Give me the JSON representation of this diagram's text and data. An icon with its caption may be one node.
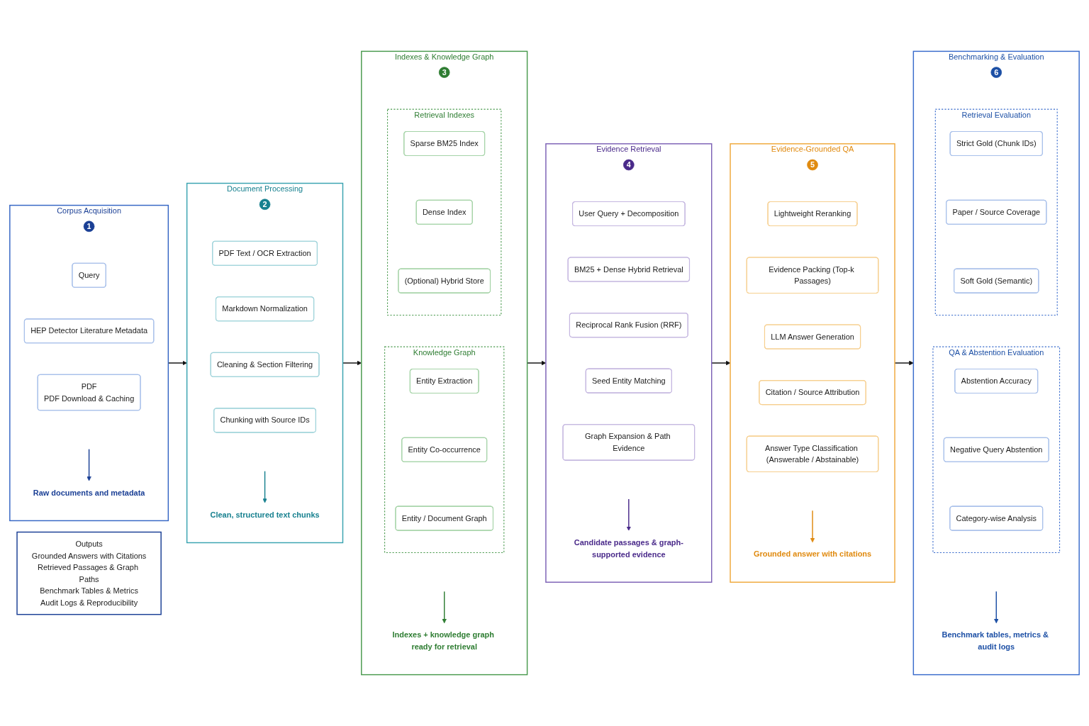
{
  "diagram": {
    "nodes": [
      {
        "text": [
          "Corpus Acquisition"
        ]
      },
      {
        "text": [
          "1"
        ],
        "in": 0
      },
      {
        "text": [
          "Query"
        ],
        "in": 0
      },
      {
        "text": [
          "HEP Detector Literature Metadata"
        ],
        "in": 0
      },
      {
        "text": [
          "PDF",
          "PDF Download & Caching"
        ],
        "in": 0
      },
      {
        "text": [
          "Raw documents and metadata"
        ],
        "in": 0
      },
      {
        "text": [
          "Document Processing"
        ]
      },
      {
        "text": [
          "2"
        ],
        "in": 6
      },
      {
        "text": [
          "PDF Text / OCR Extraction"
        ],
        "in": 6
      },
      {
        "text": [
          "Markdown Normalization"
        ],
        "in": 6
      },
      {
        "text": [
          "Cleaning & Section Filtering"
        ],
        "in": 6
      },
      {
        "text": [
          "Chunking with Source IDs"
        ],
        "in": 6
      },
      {
        "text": [
          "Clean, structured text chunks"
        ],
        "in": 6
      },
      {
        "text": [
          "Indexes & Knowledge Graph"
        ]
      },
      {
        "text": [
          "3"
        ],
        "in": 13
      },
      {
        "text": [
          "Retrieval Indexes"
        ],
        "in": 13
      },
      {
        "text": [
          "Sparse BM25 Index"
        ],
        "in": 15
      },
      {
        "text": [
          "Dense Index"
        ],
        "in": 15
      },
      {
        "text": [
          "(Optional) Hybrid Store"
        ],
        "in": 15
      },
      {
        "text": [
          "Knowledge Graph"
        ],
        "in": 13
      },
      {
        "text": [
          "Entity Extraction"
        ],
        "in": 19
      },
      {
        "text": [
          "Entity Co-occurrence"
        ],
        "in": 19
      },
      {
        "text": [
          "Entity / Document Graph"
        ],
        "in": 19
      },
      {
        "text": [
          "Indexes + knowledge graph ready for retrieval"
        ],
        "in": 13
      },
      {
        "text": [
          "Evidence Retrieval"
        ]
      },
      {
        "text": [
          "4"
        ],
        "in": 24
      },
      {
        "text": [
          "User Query + Decomposition"
        ],
        "in": 24
      },
      {
        "text": [
          "BM25 + Dense Hybrid Retrieval"
        ],
        "in": 24
      },
      {
        "text": [
          "Reciprocal Rank Fusion (RRF)"
        ],
        "in": 24
      },
      {
        "text": [
          "Seed Entity Matching"
        ],
        "in": 24
      },
      {
        "text": [
          "Graph Expansion & Path Evidence"
        ],
        "in": 24
      },
      {
        "text": [
          "Candidate passages & graph-supported evidence"
        ],
        "in": 24
      },
      {
        "text": [
          "Evidence-Grounded QA"
        ]
      },
      {
        "text": [
          "5"
        ],
        "in": 32
      },
      {
        "text": [
          "Lightweight Reranking"
        ],
        "in": 32
      },
      {
        "text": [
          "Evidence Packing (Top-k Passages)"
        ],
        "in": 32
      },
      {
        "text": [
          "LLM Answer Generation"
        ],
        "in": 32
      },
      {
        "text": [
          "Citation / Source Attribution"
        ],
        "in": 32
      },
      {
        "text": [
          "Answer Type Classification (Answerable / Abstainable)"
        ],
        "in": 32
      },
      {
        "text": [
          "Grounded answer with citations"
        ],
        "in": 32
      },
      {
        "text": [
          "Benchmarking & Evaluation"
        ]
      },
      {
        "text": [
          "6"
        ],
        "in": 40
      },
      {
        "text": [
          "Retrieval Evaluation"
        ],
        "in": 40
      },
      {
        "text": [
          "Strict Gold (Chunk IDs)"
        ],
        "in": 42
      },
      {
        "text": [
          "Paper / Source Coverage"
        ],
        "in": 42
      },
      {
        "text": [
          "Soft Gold (Semantic)"
        ],
        "in": 42
      },
      {
        "text": [
          "QA & Abstention Evaluation"
        ],
        "in": 40
      },
      {
        "text": [
          "Abstention Accuracy"
        ],
        "in": 46
      },
      {
        "text": [
          "Negative Query Abstention"
        ],
        "in": 46
      },
      {
        "text": [
          "Category-wise Analysis"
        ],
        "in": 46
      },
      {
        "text": [
          "Benchmark tables, metrics & audit logs"
        ],
        "in": 40
      },
      {
        "text": [
          "Outputs",
          "Grounded Answers with Citations",
          "Retrieved Passages & Graph Paths",
          "Benchmark Tables & Metrics",
          "Audit Logs & Reproducibility"
        ]
      }
    ],
    "edges": [
      {
        "from": 0,
        "to": 6,
        "arrow": "to"
      },
      {
        "from": 6,
        "to": 13,
        "arrow": "to"
      },
      {
        "from": 13,
        "to": 24,
        "arrow": "to"
      },
      {
        "from": 24,
        "to": 32,
        "arrow": "to"
      },
      {
        "from": 32,
        "to": 40,
        "arrow": "to"
      },
      {
        "from": null,
        "to": 5,
        "arrow": "to",
        "color": "#1a3f95"
      },
      {
        "from": null,
        "to": 12,
        "arrow": "to",
        "color": "#17808f"
      },
      {
        "from": null,
        "to": 23,
        "arrow": "to",
        "color": "#2e7d32"
      },
      {
        "from": null,
        "to": 31,
        "arrow": "to",
        "color": "#4a2a8a"
      },
      {
        "from": null,
        "to": 39,
        "arrow": "to",
        "color": "#e08a0f"
      },
      {
        "from": null,
        "to": 50,
        "arrow": "to",
        "color": "#1c4fa5"
      }
    ]
  }
}
